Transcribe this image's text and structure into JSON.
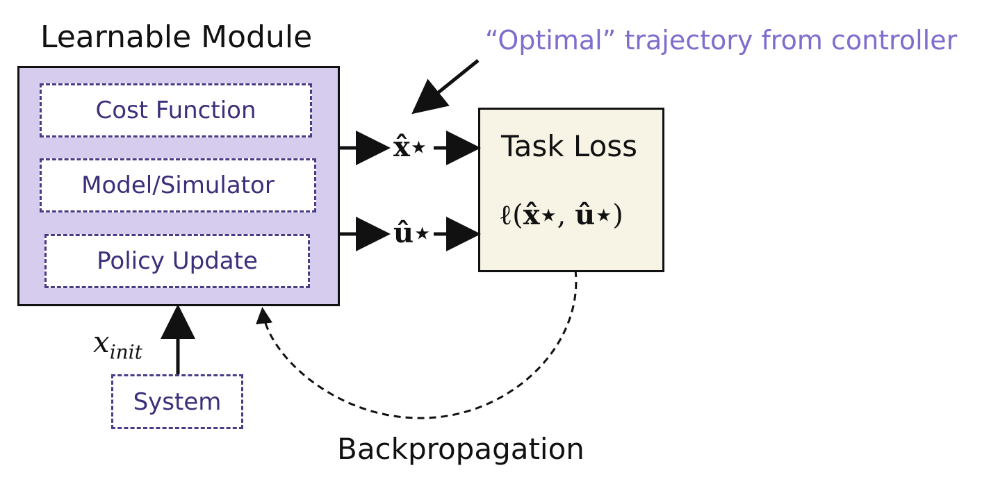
{
  "diagram": {
    "title": "Learnable Module",
    "annotation": "“Optimal” trajectory from controller",
    "modules": {
      "cost": "Cost Function",
      "model": "Model/Simulator",
      "policy": "Policy Update"
    },
    "system": "System",
    "task_loss_title": "Task Loss",
    "x_star": "x̂⋆",
    "u_star": "û⋆",
    "loss_prefix": "ℓ(",
    "loss_x": "x̂⋆",
    "loss_sep": ", ",
    "loss_u": "û⋆",
    "loss_suffix": ")",
    "x_init_base": "x",
    "x_init_sub": "init",
    "backprop": "Backpropagation"
  },
  "colors": {
    "module_fill": "#d6cdee",
    "dashed_border": "#4b3b86",
    "annotation": "#7f6ccc",
    "task_fill": "#f7f4e6"
  }
}
